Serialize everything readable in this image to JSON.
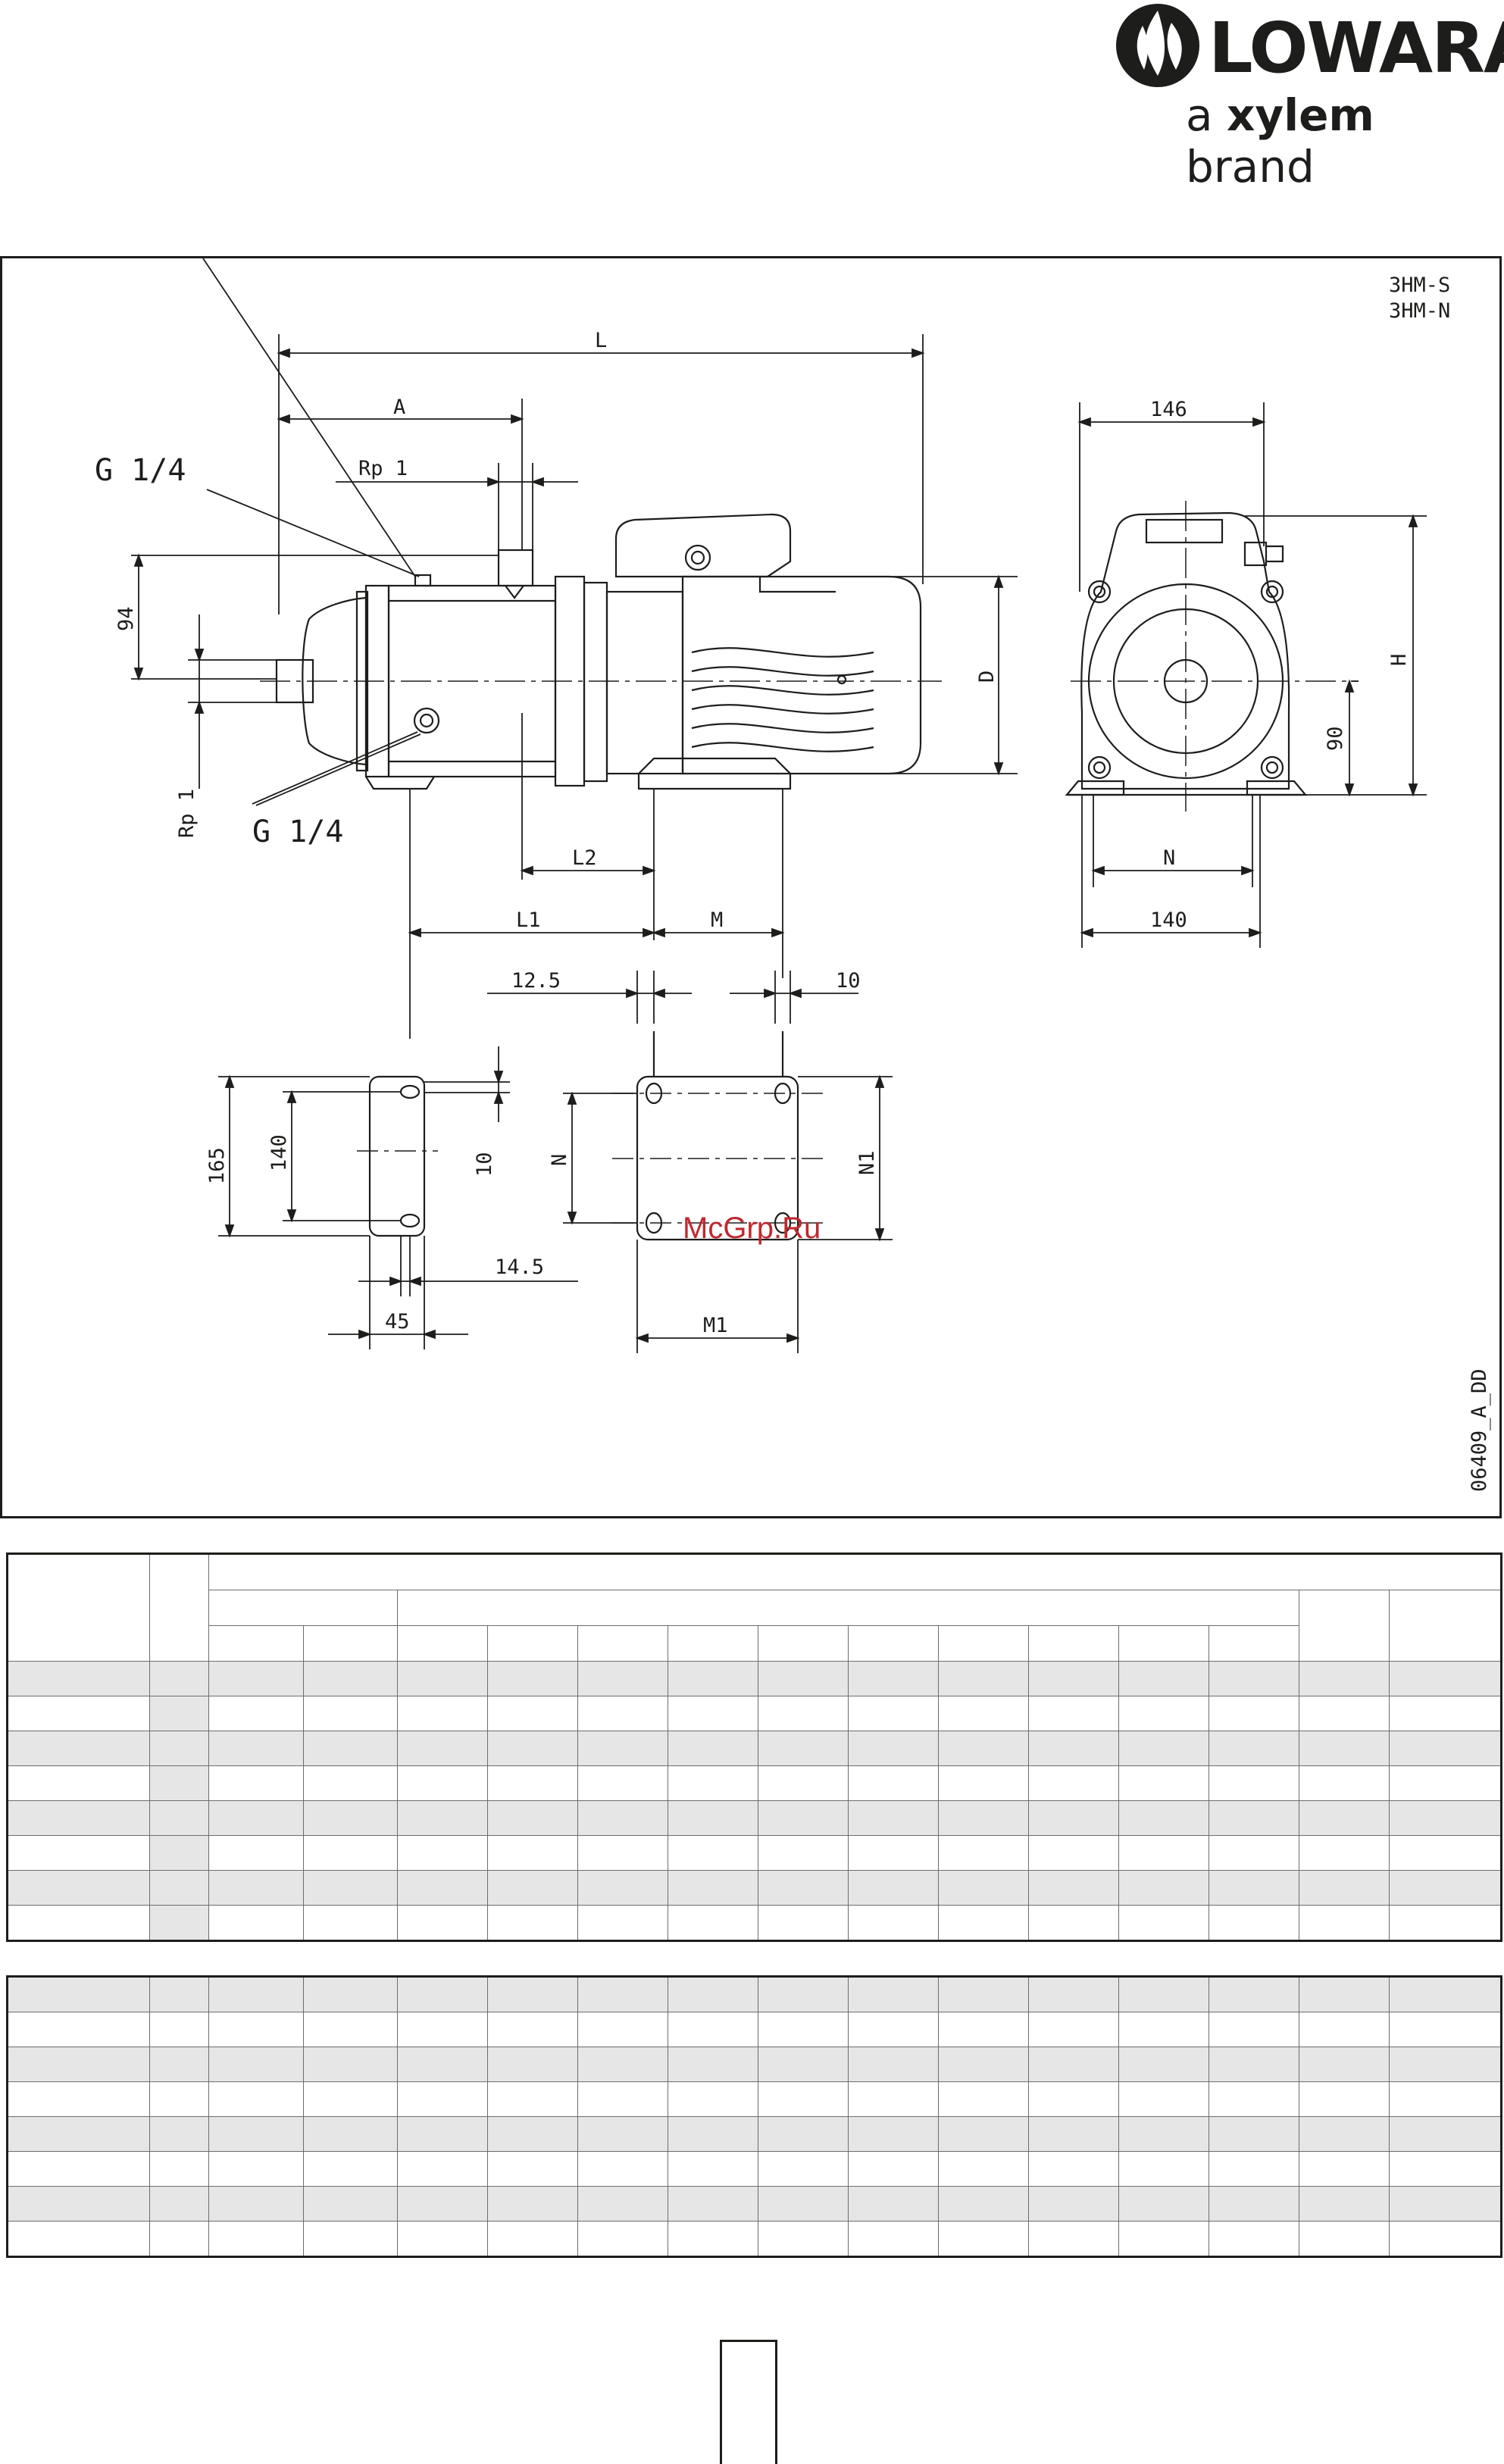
{
  "brand": {
    "name": "LOWARA",
    "tagline_prefix": "a ",
    "tagline_bold": "xylem",
    "tagline_suffix": " brand"
  },
  "drawing": {
    "models": [
      "3HM-S",
      "3HM-N"
    ],
    "code": "06409_A_DD",
    "labels": {
      "L": "L",
      "A": "A",
      "rp1_top": "Rp 1",
      "g14_top": "G 1/4",
      "dim94": "94",
      "rp1_left": "Rp 1",
      "g14_bottom": "G 1/4",
      "D": "D",
      "L2": "L2",
      "L1": "L1",
      "M": "M",
      "d12_5": "12.5",
      "d10_right": "10",
      "dim146": "146",
      "H": "H",
      "dim90": "90",
      "N_side": "N",
      "dim140_side": "140",
      "dim165": "165",
      "dim140_foot": "140",
      "d10_foot": "10",
      "d14_5": "14.5",
      "dim45": "45",
      "N_base": "N",
      "N1": "N1",
      "M1": "M1"
    },
    "watermark": "McGrp.Ru"
  },
  "colors": {
    "line": "#1d1d1b",
    "shade": "#e6e6e6",
    "watermark": "#c0282f"
  }
}
